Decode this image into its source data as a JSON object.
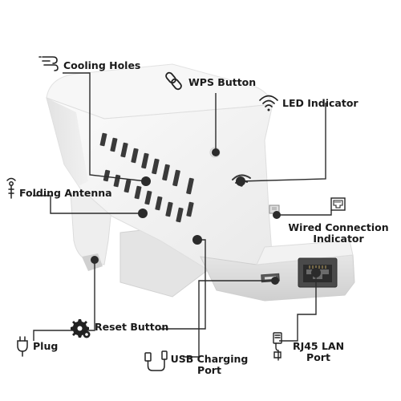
{
  "labels": {
    "cooling_holes": "Cooling Holes",
    "wps_button": "WPS Button",
    "led_indicator": "LED Indicator",
    "folding_antenna": "Folding Antenna",
    "wired_connection_indicator": [
      "Wired Connection",
      "Indicator"
    ],
    "plug": "Plug",
    "reset_button": "Reset Button",
    "usb_charging_port": [
      "USB Charging",
      "Port"
    ],
    "rj45_lan_port": [
      "RJ45 LAN",
      "Port"
    ]
  },
  "icons": {
    "cooling_holes": "wind-icon",
    "wps_button": "chain-link-icon",
    "led_indicator": "wifi-signal-icon",
    "folding_antenna": "antenna-icon",
    "wired_connection_indicator": "ethernet-port-icon",
    "plug": "power-plug-icon",
    "reset_button": "gears-icon",
    "usb_charging_port": "usb-cable-icon",
    "rj45_lan_port": "ethernet-cable-icon"
  },
  "colors": {
    "device_body": "#f4f4f4",
    "device_shadow": "#d6d6d6",
    "leader_line": "#2b2b2b",
    "text": "#1a1a1a"
  }
}
